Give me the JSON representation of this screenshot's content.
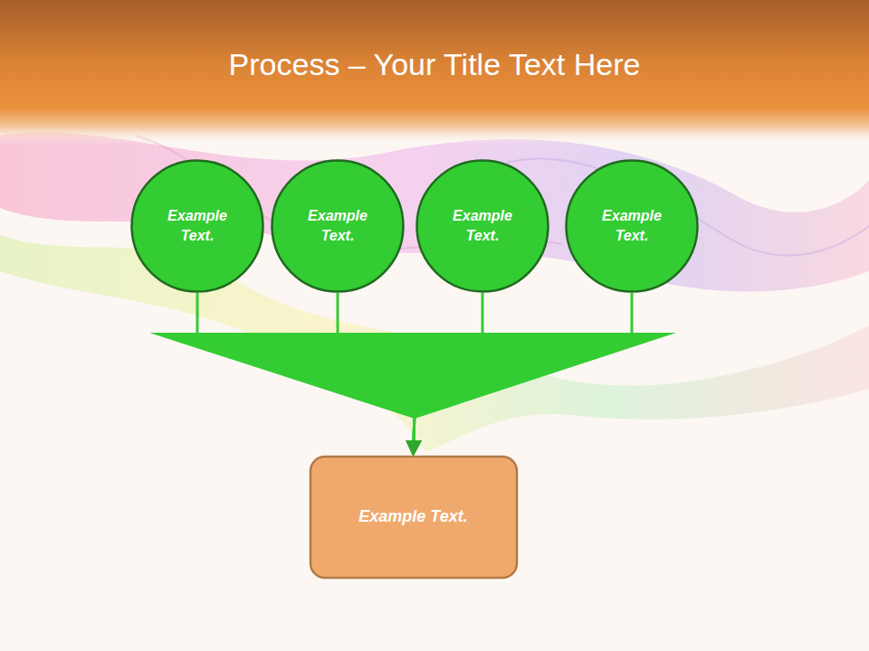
{
  "diagram": {
    "title": "Process – Your Title Text Here",
    "nodes": [
      {
        "text": [
          "Example Text."
        ]
      },
      {
        "text": [
          "Example Text."
        ]
      },
      {
        "text": [
          "Example Text."
        ]
      },
      {
        "text": [
          "Example Text."
        ]
      },
      {
        "text": [
          "Example Text."
        ]
      }
    ],
    "edges": [
      {
        "from": 0,
        "to": 4,
        "arrow": "to"
      },
      {
        "from": 1,
        "to": 4,
        "arrow": "to"
      },
      {
        "from": 2,
        "to": 4,
        "arrow": "to"
      },
      {
        "from": 3,
        "to": 4,
        "arrow": "to"
      }
    ]
  }
}
